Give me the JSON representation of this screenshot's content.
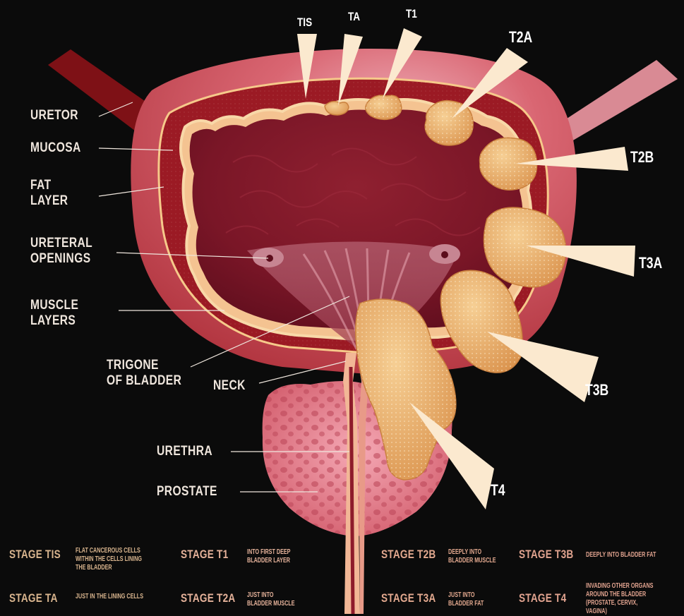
{
  "anatomy_labels": {
    "uretor": "URETOR",
    "mucosa": "MUCOSA",
    "fat_layer": "FAT\nLAYER",
    "ureteral_openings": "URETERAL\nOPENINGS",
    "muscle_layers": "MUSCLE\nLAYERS",
    "trigone": "TRIGONE\nOF BLADDER",
    "neck": "NECK",
    "urethra": "URETHRA",
    "prostate": "PROSTATE"
  },
  "stage_tags": {
    "tis": "TIS",
    "ta": "TA",
    "t1": "T1",
    "t2a": "T2A",
    "t2b": "T2B",
    "t3a": "T3A",
    "t3b": "T3B",
    "t4": "T4"
  },
  "legend": [
    {
      "stage": "STAGE TIS",
      "desc": "FLAT CANCEROUS CELLS\nWITHIN THE CELLS LINING\nTHE BLADDER"
    },
    {
      "stage": "STAGE TA",
      "desc": "JUST IN THE LINING CELLS"
    },
    {
      "stage": "STAGE T1",
      "desc": "INTO FIRST DEEP\nBLADDER LAYER"
    },
    {
      "stage": "STAGE T2A",
      "desc": "JUST INTO\nBLADDER MUSCLE"
    },
    {
      "stage": "STAGE T2B",
      "desc": "DEEPLY INTO\nBLADDER MUSCLE"
    },
    {
      "stage": "STAGE T3A",
      "desc": "JUST INTO\nBLADDER FAT"
    },
    {
      "stage": "STAGE T3B",
      "desc": "DEEPLY INTO BLADDER FAT"
    },
    {
      "stage": "STAGE T4",
      "desc": "INVADING OTHER ORGANS\nAROUND THE BLADDER\n(PROSTATE, CERVIX, VAGINA)"
    }
  ],
  "colors": {
    "background": "#0b0b0b",
    "label_text": "#efe6dd",
    "tumor": "#e8a860",
    "bladder_outer": "#c43a3d",
    "arrow": "#fbe9cf"
  }
}
